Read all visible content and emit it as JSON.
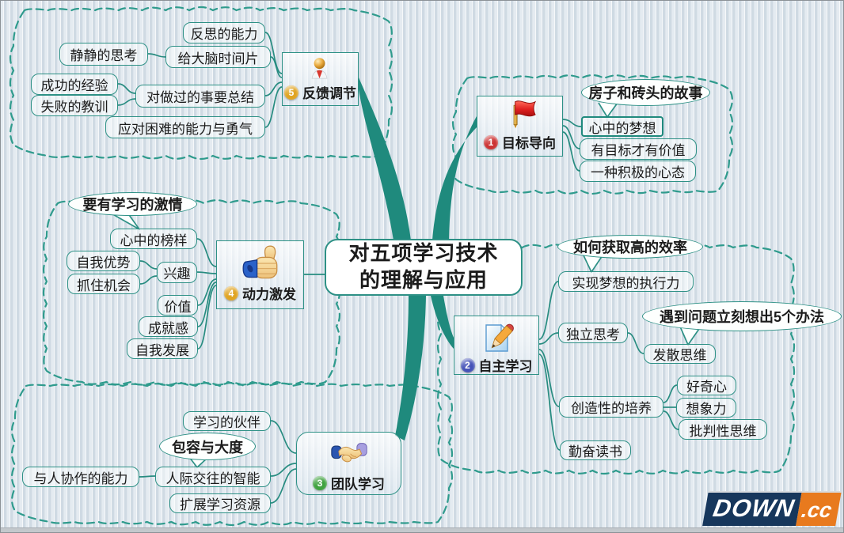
{
  "app": {
    "type": "mind-map"
  },
  "colors": {
    "accent_teal": "#2e9186",
    "branch_teal": "#1f8a7d",
    "cloud_teal": "#2f9b8d",
    "text": "#1b1b1b",
    "watermark_navy": "#17375c",
    "watermark_orange": "#e87a1e",
    "badge_colors": {
      "1": "#cc3333",
      "2": "#4553b8",
      "3": "#3fa23f",
      "4": "#e0a422",
      "5": "#e0a422"
    }
  },
  "central": {
    "lines": [
      "对五项学习技术",
      "的理解与应用"
    ]
  },
  "mains": [
    {
      "id": "m1",
      "name": "main-topic-goal-orientation",
      "badge": "1",
      "badge_color": "#cc3333",
      "icon": "flag-icon",
      "label": "目标导向"
    },
    {
      "id": "m2",
      "name": "main-topic-self-learning",
      "badge": "2",
      "badge_color": "#4553b8",
      "icon": "document-pencil-icon",
      "label": "自主学习"
    },
    {
      "id": "m3",
      "name": "main-topic-team-learning",
      "badge": "3",
      "badge_color": "#3fa23f",
      "icon": "handshake-icon",
      "label": "团队学习"
    },
    {
      "id": "m4",
      "name": "main-topic-motivation",
      "badge": "4",
      "badge_color": "#e0a422",
      "icon": "thumbs-up-icon",
      "label": "动力激发"
    },
    {
      "id": "m5",
      "name": "main-topic-feedback",
      "badge": "5",
      "badge_color": "#e0a422",
      "icon": "person-icon",
      "label": "反馈调节"
    }
  ],
  "topics": [
    {
      "id": "s51",
      "name": "subtopic-reflection-ability",
      "kind": "sub",
      "label": "反思的能力"
    },
    {
      "id": "s52",
      "name": "subtopic-give-brain-time",
      "kind": "sub",
      "label": "给大脑时间片"
    },
    {
      "id": "s53",
      "name": "subtopic-quiet-thinking",
      "kind": "sub",
      "label": "静静的思考"
    },
    {
      "id": "s54",
      "name": "subtopic-summarize-done-things",
      "kind": "sub",
      "label": "对做过的事要总结"
    },
    {
      "id": "s55",
      "name": "subtopic-success-experience",
      "kind": "sub",
      "label": "成功的经验"
    },
    {
      "id": "s56",
      "name": "subtopic-failure-lessons",
      "kind": "sub",
      "label": "失败的教训"
    },
    {
      "id": "s57",
      "name": "subtopic-courage-facing-difficulty",
      "kind": "sub",
      "label": "应对困难的能力与勇气"
    },
    {
      "id": "c11",
      "name": "callout-house-bricks-story",
      "kind": "callout",
      "label": "房子和砖头的故事"
    },
    {
      "id": "s12",
      "name": "subtopic-dream-in-heart",
      "kind": "sub",
      "selected": true,
      "label": "心中的梦想"
    },
    {
      "id": "s13",
      "name": "subtopic-goal-gives-value",
      "kind": "sub",
      "label": "有目标才有价值"
    },
    {
      "id": "s14",
      "name": "subtopic-positive-mindset",
      "kind": "sub",
      "label": "一种积极的心态"
    },
    {
      "id": "c41",
      "name": "callout-learning-passion",
      "kind": "callout",
      "label": "要有学习的激情"
    },
    {
      "id": "s42",
      "name": "subtopic-role-model",
      "kind": "sub",
      "label": "心中的榜样"
    },
    {
      "id": "s44",
      "name": "subtopic-self-strengths",
      "kind": "sub",
      "label": "自我优势"
    },
    {
      "id": "s45",
      "name": "subtopic-seize-opportunity",
      "kind": "sub",
      "label": "抓住机会"
    },
    {
      "id": "s43",
      "name": "subtopic-interest",
      "kind": "sub",
      "label": "兴趣"
    },
    {
      "id": "s46",
      "name": "subtopic-value",
      "kind": "sub",
      "label": "价值"
    },
    {
      "id": "s47",
      "name": "subtopic-achievement",
      "kind": "sub",
      "label": "成就感"
    },
    {
      "id": "s48",
      "name": "subtopic-self-development",
      "kind": "sub",
      "label": "自我发展"
    },
    {
      "id": "c21",
      "name": "callout-high-efficiency",
      "kind": "callout",
      "label": "如何获取高的效率"
    },
    {
      "id": "s22",
      "name": "subtopic-execution-of-dreams",
      "kind": "sub",
      "label": "实现梦想的执行力"
    },
    {
      "id": "s23",
      "name": "subtopic-independent-thinking",
      "kind": "sub",
      "label": "独立思考"
    },
    {
      "id": "c22",
      "name": "callout-five-solutions",
      "kind": "callout",
      "label": "遇到问题立刻想出5个办法"
    },
    {
      "id": "s24",
      "name": "subtopic-divergent-thinking",
      "kind": "sub",
      "label": "发散思维"
    },
    {
      "id": "s26",
      "name": "subtopic-curiosity",
      "kind": "sub",
      "label": "好奇心"
    },
    {
      "id": "s25",
      "name": "subtopic-creativity-cultivation",
      "kind": "sub",
      "label": "创造性的培养"
    },
    {
      "id": "s27",
      "name": "subtopic-imagination",
      "kind": "sub",
      "label": "想象力"
    },
    {
      "id": "s28",
      "name": "subtopic-critical-thinking",
      "kind": "sub",
      "label": "批判性思维"
    },
    {
      "id": "s29",
      "name": "subtopic-diligent-reading",
      "kind": "sub",
      "label": "勤奋读书"
    },
    {
      "id": "s31",
      "name": "subtopic-learning-partners",
      "kind": "sub",
      "label": "学习的伙伴"
    },
    {
      "id": "c31",
      "name": "callout-tolerance",
      "kind": "callout",
      "label": "包容与大度"
    },
    {
      "id": "s33",
      "name": "subtopic-collaboration-ability",
      "kind": "sub",
      "label": "与人协作的能力"
    },
    {
      "id": "s32",
      "name": "subtopic-interpersonal-intelligence",
      "kind": "sub",
      "label": "人际交往的智能"
    },
    {
      "id": "s34",
      "name": "subtopic-expand-resources",
      "kind": "sub",
      "label": "扩展学习资源"
    }
  ],
  "watermark": {
    "name": "DOWN",
    "tld": ".cc"
  }
}
